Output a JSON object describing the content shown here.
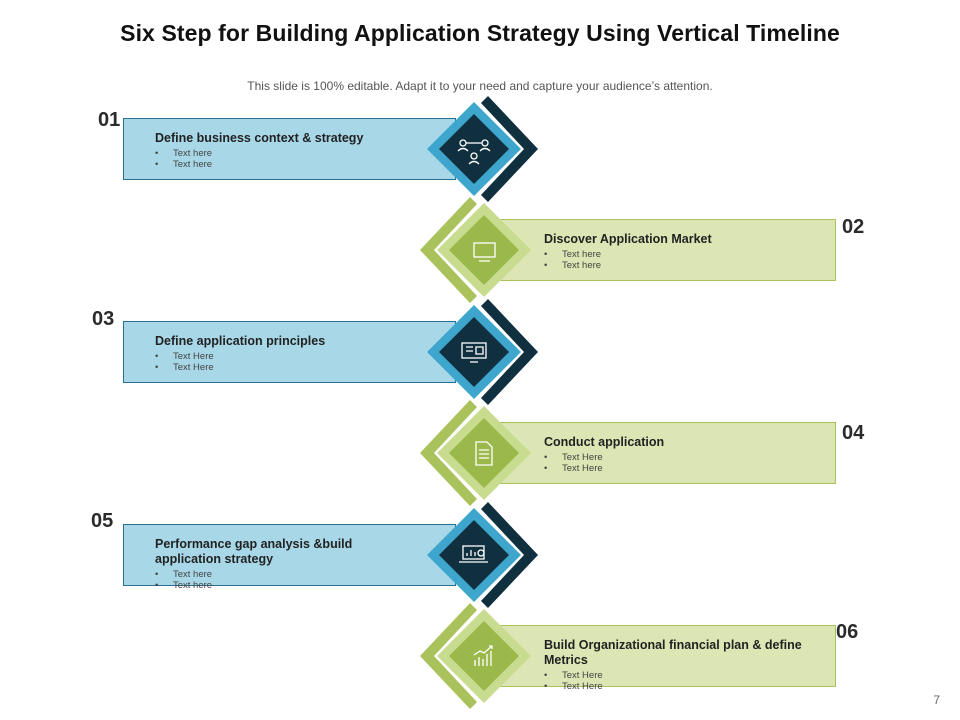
{
  "header": {
    "title": "Six Step for Building Application Strategy Using Vertical Timeline",
    "subtitle": "This slide is 100% editable. Adapt it to your need and capture your audience’s attention."
  },
  "steps": [
    {
      "number": "01",
      "title": "Define business  context & strategy",
      "bullets": [
        "Text here",
        "Text here"
      ],
      "icon": "people-network-icon",
      "color": "blue"
    },
    {
      "number": "02",
      "title": "Discover  Application Market",
      "bullets": [
        "Text here",
        "Text here"
      ],
      "icon": "monitor-icon",
      "color": "green"
    },
    {
      "number": "03",
      "title": "Define application principles",
      "bullets": [
        "Text Here",
        "Text Here"
      ],
      "icon": "computer-dashboard-icon",
      "color": "blue"
    },
    {
      "number": "04",
      "title": "Conduct  application",
      "bullets": [
        "Text Here",
        "Text Here"
      ],
      "icon": "document-icon",
      "color": "green"
    },
    {
      "number": "05",
      "title": "Performance gap analysis &build application strategy",
      "bullets": [
        "Text here",
        "Text here"
      ],
      "icon": "laptop-analytics-icon",
      "color": "blue"
    },
    {
      "number": "06",
      "title": "Build Organizational financial plan & define Metrics",
      "bullets": [
        "Text Here",
        "Text Here"
      ],
      "icon": "growth-chart-icon",
      "color": "green"
    }
  ],
  "colors": {
    "blue_light": "#a8d8e8",
    "blue_mid": "#3ea6cc",
    "navy": "#10303f",
    "green_light": "#dbe6b4",
    "green_mid": "#a9c25b",
    "green_dark": "#9bb84a"
  },
  "page_number": "7"
}
